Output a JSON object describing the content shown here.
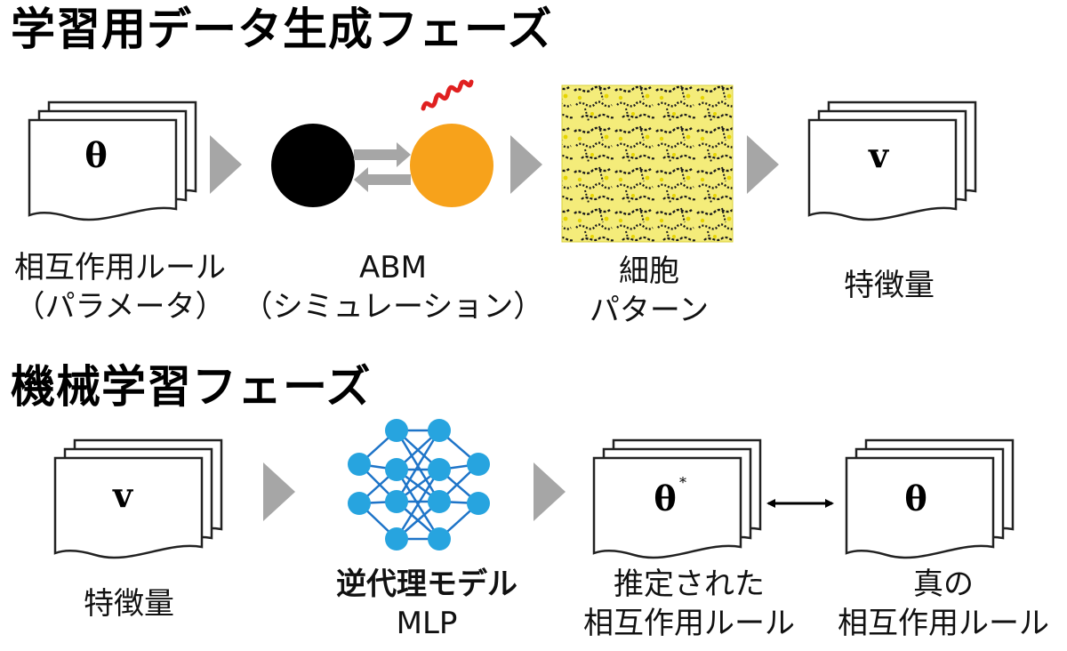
{
  "generation_phase": {
    "heading": "学習用データ生成フェーズ",
    "items": [
      {
        "symbol": "θ",
        "caption_line1": "相互作用ルール",
        "caption_line2": "（パラメータ）"
      },
      {
        "caption_line1": "ABM",
        "caption_line2": "（シミュレーション）"
      },
      {
        "caption_line1": "細胞",
        "caption_line2": "パターン"
      },
      {
        "symbol": "v",
        "caption_line1": "特徴量"
      }
    ]
  },
  "learning_phase": {
    "heading": "機械学習フェーズ",
    "items": [
      {
        "symbol": "v",
        "caption_line1": "特徴量"
      },
      {
        "caption_line1": "逆代理モデル",
        "caption_line2": "MLP"
      },
      {
        "symbol": "θ",
        "superscript": "*",
        "caption_line1": "推定された",
        "caption_line2": "相互作用ルール"
      },
      {
        "symbol": "θ",
        "caption_line1": "真の",
        "caption_line2": "相互作用ルール"
      }
    ]
  },
  "colors": {
    "arrow": "#a6a6a6",
    "agent_black": "#000000",
    "agent_orange": "#f7a21b",
    "signal_wave": "#e02020",
    "mlp_node": "#27a4df",
    "mlp_edge": "#1e74c8",
    "pattern_yellow": "#f2e200"
  }
}
